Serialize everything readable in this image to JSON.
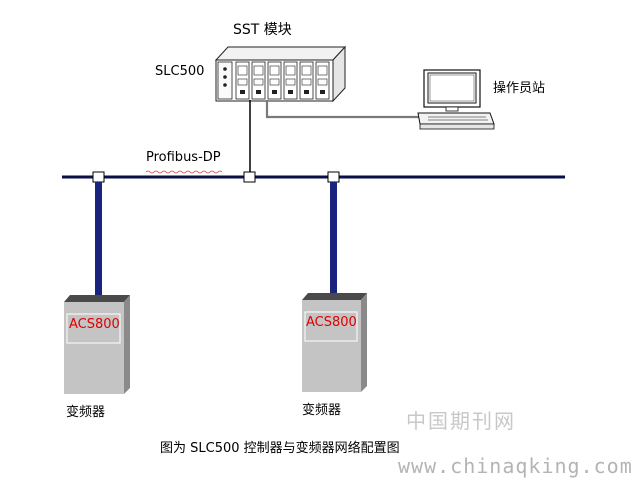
{
  "diagram": {
    "sst_label": "SST 模块",
    "plc_label": "SLC500",
    "operator_label": "操作员站",
    "bus_label": "Profibus-DP",
    "drives": [
      {
        "model": "ACS800",
        "name": "变频器"
      },
      {
        "model": "ACS800",
        "name": "变频器"
      }
    ],
    "caption": "图为 SLC500 控制器与变频器网络配置图"
  },
  "watermark": {
    "site_name": "中国期刊网",
    "url": "www.chinaqking.com"
  },
  "colors": {
    "bus_line": "#0a0f4a",
    "drop_cable": "#1a237e",
    "drive_body": "#c4c4c4",
    "drive_top": "#4a4a4a",
    "model_text": "#e00000",
    "link_cable": "#7a7a7a"
  }
}
